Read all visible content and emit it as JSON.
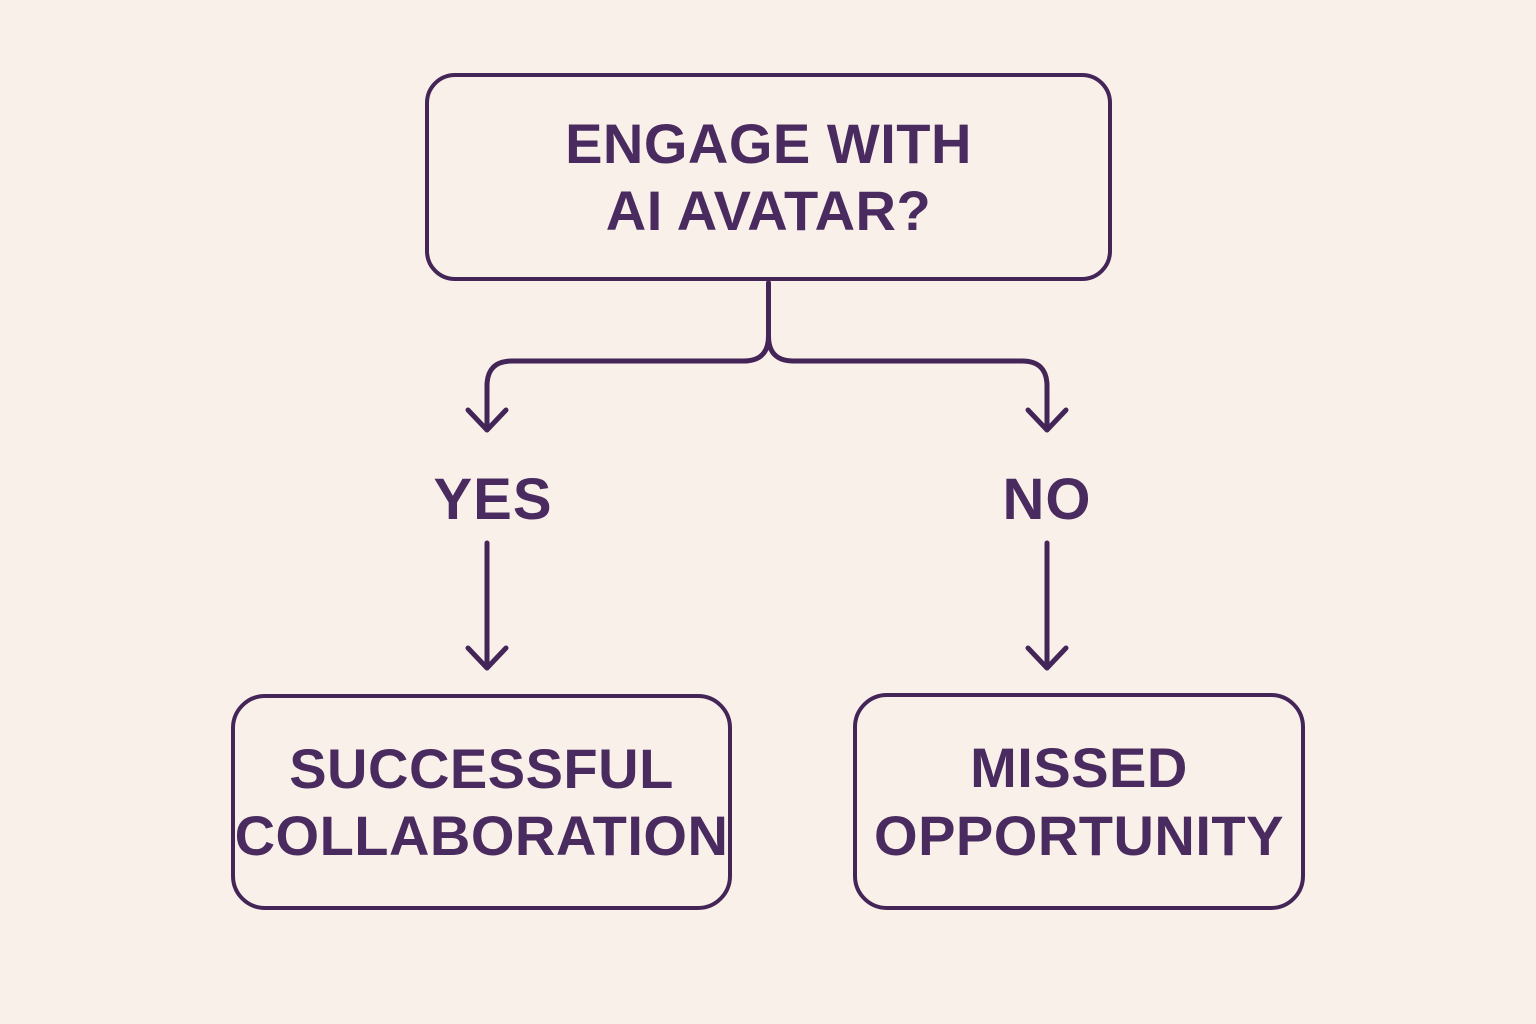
{
  "colors": {
    "background": "#F9F0E9",
    "ink": "#4A2B60",
    "line": "#432557"
  },
  "flowchart": {
    "decision": {
      "label": "ENGAGE WITH\nAI AVATAR?"
    },
    "branches": {
      "yes": {
        "label": "YES"
      },
      "no": {
        "label": "NO"
      }
    },
    "outcomes": {
      "success": {
        "label": "SUCCESSFUL\nCOLLABORATION"
      },
      "missed": {
        "label": "MISSED\nOPPORTUNITY"
      }
    }
  }
}
